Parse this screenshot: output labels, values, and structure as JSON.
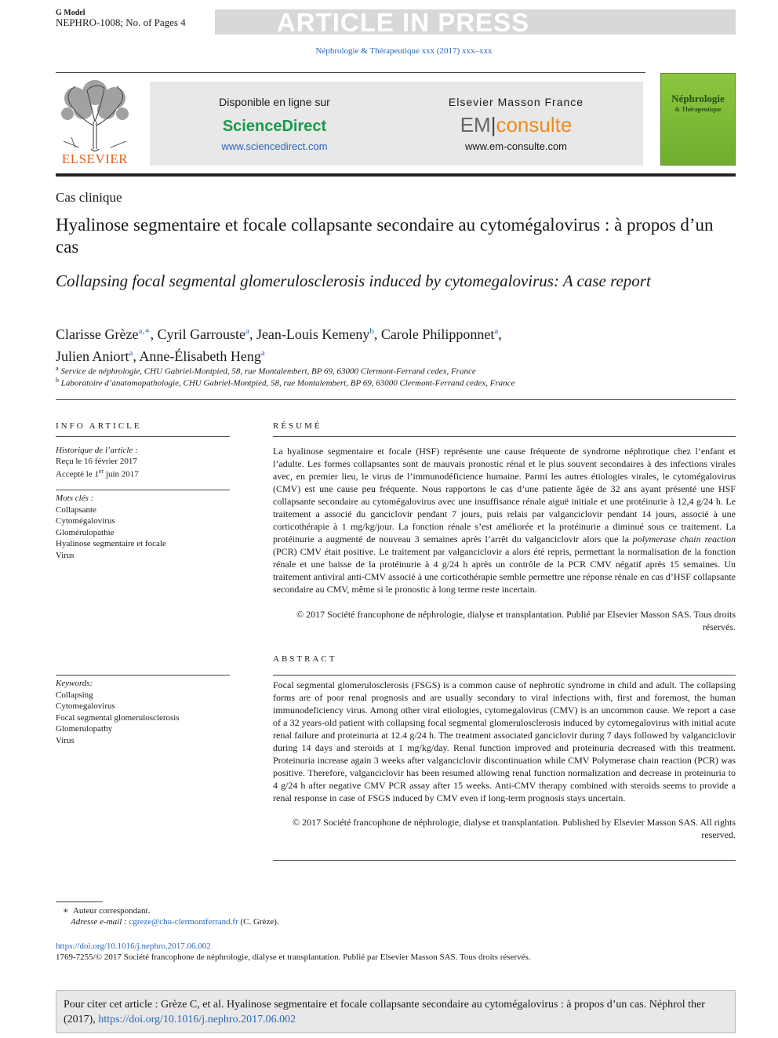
{
  "header": {
    "g_model": "G Model",
    "manuscript_id": "NEPHRO-1008; No. of Pages 4",
    "press_banner": "ARTICLE IN PRESS",
    "journal_ref": "Néphrologie & Thérapeutique xxx (2017) xxx–xxx"
  },
  "banner": {
    "publisher_logo_text": "ELSEVIER",
    "available_online": "Disponible en ligne sur",
    "sciencedirect": "ScienceDirect",
    "sciencedirect_url": "www.sciencedirect.com",
    "masson": "Elsevier Masson France",
    "emc_em": "EM",
    "emc_bar": "|",
    "emc_consulte": "consulte",
    "emc_url": "www.em-consulte.com",
    "cover_title": "Néphrologie",
    "cover_subtitle": "& Thérapeutique"
  },
  "article": {
    "type": "Cas clinique",
    "title_fr": "Hyalinose segmentaire et focale collapsante secondaire au cytomégalovirus : à propos d’un cas",
    "title_en": "Collapsing focal segmental glomerulosclerosis induced by cytomegalovirus: A case report",
    "authors": [
      {
        "name": "Clarisse Grèze",
        "aff": "a,∗",
        "sep": ", "
      },
      {
        "name": "Cyril Garrouste",
        "aff": "a",
        "sep": ", "
      },
      {
        "name": "Jean-Louis Kemeny",
        "aff": "b",
        "sep": ", "
      },
      {
        "name": "Carole Philipponnet",
        "aff": "a",
        "sep": ","
      },
      {
        "name": "Julien Aniort",
        "aff": "a",
        "sep": ", "
      },
      {
        "name": "Anne-Élisabeth Heng",
        "aff": "a",
        "sep": ""
      }
    ],
    "affiliations": [
      {
        "label": "a",
        "text": "Service de néphrologie, CHU Gabriel-Montpied, 58, rue Montalembert, BP 69, 63000 Clermont-Ferrand cedex, France"
      },
      {
        "label": "b",
        "text": "Laboratoire d’anatomopathologie, CHU Gabriel-Montpied, 58, rue Montalembert, BP 69, 63000 Clermont-Ferrand cedex, France"
      }
    ]
  },
  "info": {
    "heading": "INFO ARTICLE",
    "history_heading": "Historique de l’article :",
    "received": "Reçu le 16 février 2017",
    "accepted_pre": "Accepté le 1",
    "accepted_sup": "er",
    "accepted_post": " juin 2017",
    "mots_heading": "Mots clés :",
    "mots": [
      "Collapsante",
      "Cytomégalovirus",
      "Glomérulopathie",
      "Hyalinose segmentaire et focale",
      "Virus"
    ],
    "keywords_heading": "Keywords:",
    "keywords": [
      "Collapsing",
      "Cytomegalovirus",
      "Focal segmental glomerulosclerosis",
      "Glomerulopathy",
      "Virus"
    ]
  },
  "resume": {
    "heading": "RÉSUMÉ",
    "text_1": "La hyalinose segmentaire et focale (HSF) représente une cause fréquente de syndrome néphrotique chez l’enfant et l’adulte. Les formes collapsantes sont de mauvais pronostic rénal et le plus souvent secondaires à des infections virales avec, en premier lieu, le virus de l’immunodéficience humaine. Parmi les autres étiologies virales, le cytomégalovirus (CMV) est une cause peu fréquente. Nous rapportons le cas d’une patiente âgée de 32 ans ayant présenté une HSF collapsante secondaire au cytomégalovirus avec une insuffisance rénale aiguë initiale et une protéinurie à 12,4 g/24 h. Le traitement a associé du ganciclovir pendant 7 jours, puis relais par valganciclovir pendant 14 jours, associé à une corticothérapie à 1 mg/kg/jour. La fonction rénale s’est améliorée et la protéinurie a diminué sous ce traitement. La protéinurie a augmenté de nouveau 3 semaines après l’arrêt du valganciclovir alors que la ",
    "text_italic": "polymerase chain reaction",
    "text_2": " (PCR) CMV était positive. Le traitement par valganciclovir a alors été repris, permettant la normalisation de la fonction rénale et une baisse de la protéinurie à 4 g/24 h après un contrôle de la PCR CMV négatif après 15 semaines. Un traitement antiviral anti-CMV associé à une corticothérapie semble permettre une réponse rénale en cas d’HSF collapsante secondaire au CMV, même si le pronostic à long terme reste incertain.",
    "copyright": "© 2017 Société francophone de néphrologie, dialyse et transplantation. Publié par Elsevier Masson SAS. Tous droits réservés."
  },
  "abstract": {
    "heading": "ABSTRACT",
    "text": "Focal segmental glomerulosclerosis (FSGS) is a common cause of nephrotic syndrome in child and adult. The collapsing forms are of poor renal prognosis and are usually secondary to viral infections with, first and foremost, the human immunodeficiency virus. Among other viral etiologies, cytomegalovirus (CMV) is an uncommon cause. We report a case of a 32 years-old patient with collapsing focal segmental glomerulosclerosis induced by cytomegalovirus with initial acute renal failure and proteinuria at 12.4 g/24 h. The treatment associated ganciclovir during 7 days followed by valganciclovir during 14 days and steroids at 1 mg/kg/day. Renal function improved and proteinuria decreased with this treatment. Proteinuria increase again 3 weeks after valganciclovir discontinuation while CMV Polymerase chain reaction (PCR) was positive. Therefore, valganciclovir has been resumed allowing renal function normalization and decrease in proteinuria to 4 g/24 h after negative CMV PCR assay after 15 weeks. Anti-CMV therapy combined with steroids seems to provide a renal response in case of FSGS induced by CMV even if long-term prognosis stays uncertain.",
    "copyright": "© 2017 Société francophone de néphrologie, dialyse et transplantation. Published by Elsevier Masson SAS. All rights reserved."
  },
  "footnotes": {
    "star": "∗",
    "corresponding": "Auteur correspondant.",
    "email_label": "Adresse e-mail :",
    "email": "cgreze@chu-clermontferrand.fr",
    "email_who": "(C. Grèze).",
    "doi": "https://doi.org/10.1016/j.nephro.2017.06.002",
    "issn": "1769-7255/© 2017 Société francophone de néphrologie, dialyse et transplantation. Publié par Elsevier Masson SAS. Tous droits réservés."
  },
  "citation": {
    "text": "Pour citer cet article : Grèze C, et al. Hyalinose segmentaire et focale collapsante secondaire au cytomégalovirus : à propos d’un cas. Néphrol ther (2017), ",
    "doi": "https://doi.org/10.1016/j.nephro.2017.06.002"
  }
}
